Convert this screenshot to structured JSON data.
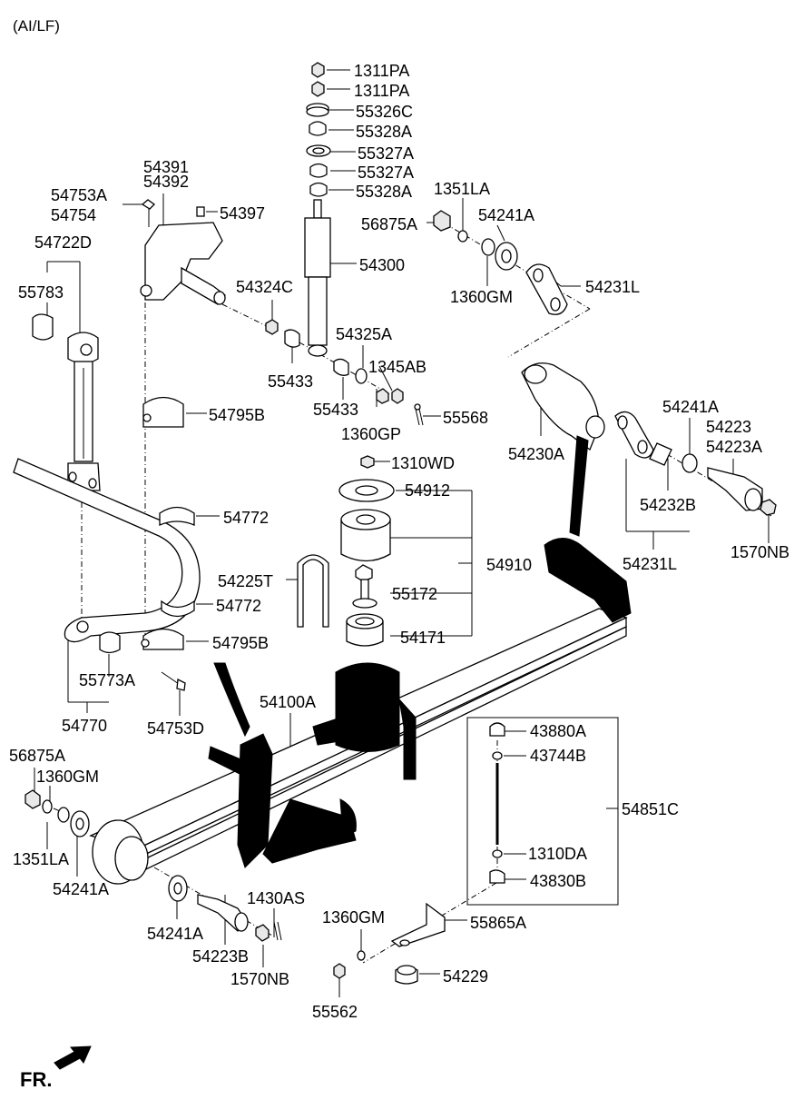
{
  "header": {
    "variant": "(AI/LF)"
  },
  "front_marker": "FR.",
  "part_labels": {
    "p1311PA_a": "1311PA",
    "p1311PA_b": "1311PA",
    "p55326C": "55326C",
    "p55328A_a": "55328A",
    "p55327A_a": "55327A",
    "p55327A_b": "55327A",
    "p55328A_b": "55328A",
    "p54391": "54391",
    "p54392": "54392",
    "p54753A": "54753A",
    "p54754": "54754",
    "p54397": "54397",
    "p54722D": "54722D",
    "p55783": "55783",
    "p54300": "54300",
    "p1351LA_top": "1351LA",
    "p56875A_top": "56875A",
    "p54241A_top": "54241A",
    "p1360GM_top": "1360GM",
    "p54231L_top": "54231L",
    "p54324C": "54324C",
    "p54325A": "54325A",
    "p1345AB": "1345AB",
    "p55433_a": "55433",
    "p55433_b": "55433",
    "p1360GP": "1360GP",
    "p55568": "55568",
    "p54795B_top": "54795B",
    "p54241A_right": "54241A",
    "p54223": "54223",
    "p54223A": "54223A",
    "p54230A": "54230A",
    "p1310WD": "1310WD",
    "p54912": "54912",
    "p54232B": "54232B",
    "p54772_a": "54772",
    "p1570NB_right": "1570NB",
    "p54910": "54910",
    "p54231L_bottom": "54231L",
    "p54225T": "54225T",
    "p55172": "55172",
    "p54772_b": "54772",
    "p54171": "54171",
    "p54795B_bottom": "54795B",
    "p55773A": "55773A",
    "p54100A": "54100A",
    "p54770": "54770",
    "p54753D": "54753D",
    "p43880A": "43880A",
    "p43744B": "43744B",
    "p56875A_left": "56875A",
    "p1360GM_left": "1360GM",
    "p54851C": "54851C",
    "p1351LA_left": "1351LA",
    "p1310DA": "1310DA",
    "p54241A_left": "54241A",
    "p43830B": "43830B",
    "p1430AS": "1430AS",
    "p1360GM_bottom": "1360GM",
    "p55865A": "55865A",
    "p54241A_bottom": "54241A",
    "p54223B": "54223B",
    "p54229": "54229",
    "p1570NB_bottom": "1570NB",
    "p55562": "55562"
  }
}
